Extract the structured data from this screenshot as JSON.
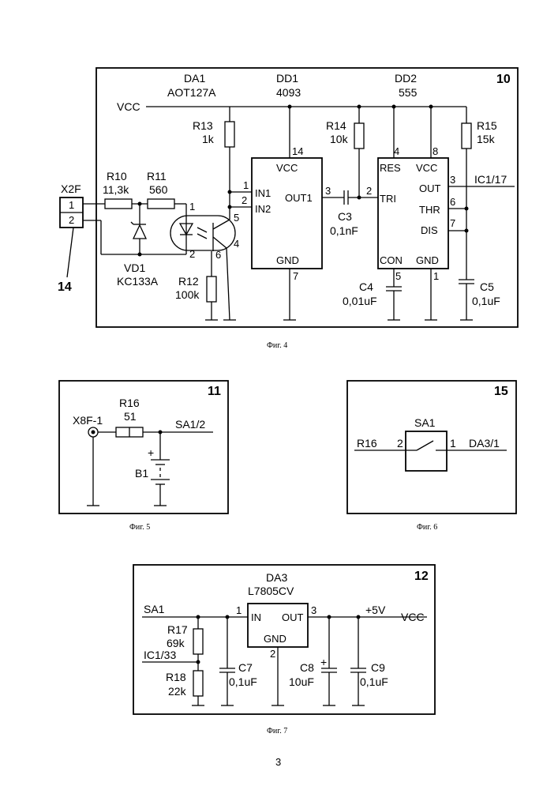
{
  "fig4": {
    "caption": "Фиг. 4",
    "panel_num": "10",
    "da1_name": "DA1",
    "da1_part": "AOT127A",
    "dd1_name": "DD1",
    "dd1_part": "4093",
    "dd2_name": "DD2",
    "dd2_part": "555",
    "vcc_label": "VCC",
    "x2f": "X2F",
    "x2f_pin1": "1",
    "x2f_pin2": "2",
    "ref14": "14",
    "r10": "R10",
    "r10_val": "11,3k",
    "r11": "R11",
    "r11_val": "560",
    "r12": "R12",
    "r12_val": "100k",
    "r13": "R13",
    "r13_val": "1k",
    "r14": "R14",
    "r14_val": "10k",
    "r15": "R15",
    "r15_val": "15k",
    "vd1": "VD1",
    "vd1_part": "KC133A",
    "c3": "C3",
    "c3_val": "0,1nF",
    "c4": "C4",
    "c4_val": "0,01uF",
    "c5": "C5",
    "c5_val": "0,1uF",
    "dd1_vcc": "VCC",
    "dd1_in1": "IN1",
    "dd1_in2": "IN2",
    "dd1_out1": "OUT1",
    "dd1_gnd": "GND",
    "dd2_res": "RES",
    "dd2_vcc": "VCC",
    "dd2_out": "OUT",
    "dd2_tri": "TRI",
    "dd2_thr": "THR",
    "dd2_dis": "DIS",
    "dd2_con": "CON",
    "dd2_gnd": "GND",
    "p14": "14",
    "p1": "1",
    "p2": "2",
    "p3": "3",
    "p7": "7",
    "q2": "2",
    "q4": "4",
    "q8": "8",
    "q3": "3",
    "q6": "6",
    "q7": "7",
    "q5": "5",
    "q1": "1",
    "oc1": "1",
    "oc2": "2",
    "oc4": "4",
    "oc5": "5",
    "oc6": "6",
    "ic_label": "IC1/17"
  },
  "fig5": {
    "caption": "Фиг. 5",
    "panel_num": "11",
    "x8f": "X8F-1",
    "r16": "R16",
    "r16_val": "51",
    "sa_label": "SA1/2",
    "b1": "B1",
    "plus": "+"
  },
  "fig6": {
    "caption": "Фиг. 6",
    "panel_num": "15",
    "sa1": "SA1",
    "left_label": "R16",
    "right_label": "DA3/1",
    "pin2": "2",
    "pin1": "1"
  },
  "fig7": {
    "caption": "Фиг. 7",
    "panel_num": "12",
    "da3_name": "DA3",
    "da3_part": "L7805CV",
    "sa1": "SA1",
    "in": "IN",
    "out": "OUT",
    "gnd": "GND",
    "pin1": "1",
    "pin3": "3",
    "pin2": "2",
    "plus5v": "+5V",
    "vcc": "VCC",
    "r17": "R17",
    "r17_val": "69k",
    "ic133": "IC1/33",
    "r18": "R18",
    "r18_val": "22k",
    "c7": "C7",
    "c7_val": "0,1uF",
    "c8": "C8",
    "c8_val": "10uF",
    "c9": "C9",
    "c9_val": "0,1uF",
    "plus": "+"
  },
  "page_number": "3"
}
